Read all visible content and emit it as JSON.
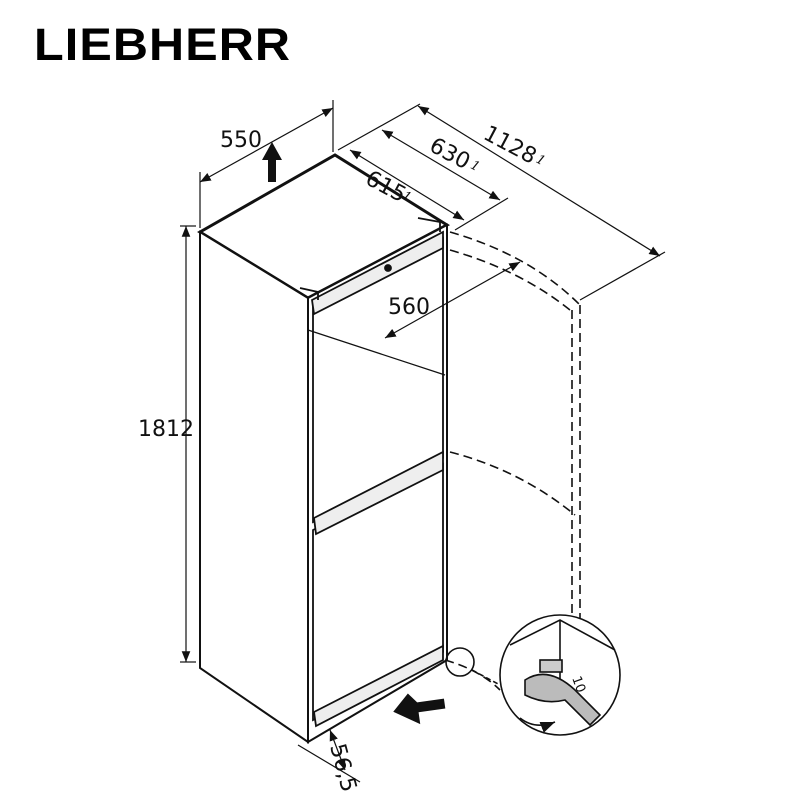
{
  "brand": "LIEBHERR",
  "dimensions": {
    "width": "550",
    "depth_630": "630",
    "depth_630_note": "1",
    "depth_open": "1128",
    "depth_open_note": "1",
    "depth_615": "615",
    "depth_615_note": "1",
    "door_open": "560",
    "height": "1812",
    "foot": "56,5",
    "wrench": "10"
  }
}
